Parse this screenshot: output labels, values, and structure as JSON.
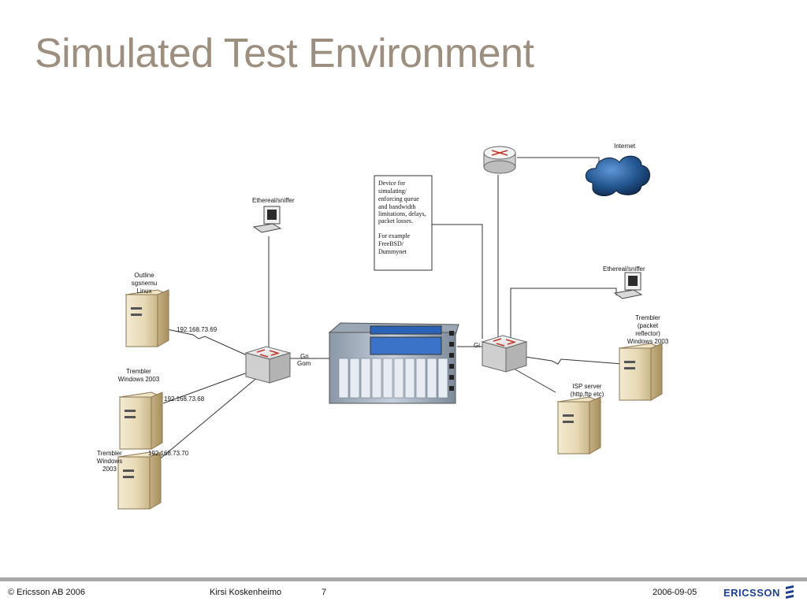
{
  "slide": {
    "title": "Simulated Test Environment"
  },
  "diagram": {
    "nodes": {
      "sniffer_left": "Ethereal/sniffer",
      "sniffer_right": "Ethereal/sniffer",
      "outline_server": [
        "Outline",
        "sgsnemu",
        "Linux"
      ],
      "trembler_mid": [
        "Trembler",
        "Windows 2003"
      ],
      "trembler_bottom": [
        "Trembler",
        "Windows",
        "2003"
      ],
      "trembler_right": [
        "Trembler",
        "(packet",
        "reflector)",
        "Windows 2003"
      ],
      "isp_server": [
        "ISP server",
        "(http,ftp etc)"
      ],
      "internet": "Internet"
    },
    "ip_addresses": {
      "outline": "192.168.73.69",
      "trembler_mid": "192.168.73.68",
      "trembler_bottom": "192.168.73.70"
    },
    "interfaces": {
      "gn": "Gn",
      "gom": "Gom",
      "gi": "Gi"
    },
    "note": [
      "Device for",
      "simulating/",
      "enforcing queue",
      "and bandwidth",
      "limitations, delays,",
      "packet losses.",
      "",
      "For example",
      "FreeBSD/",
      "Dummynet"
    ]
  },
  "footer": {
    "copyright": "© Ericsson AB 2006",
    "author": "Kirsi Koskenheimo",
    "page_number": "7",
    "date": "2006-09-05",
    "logo_text": "ERICSSON"
  },
  "colors": {
    "title": "#9c8f7f",
    "footer_rule": "#a8a8a8",
    "logo": "#1c3f8f",
    "router_arrows": "#c0392b",
    "cloud": "#1d4f8f"
  }
}
